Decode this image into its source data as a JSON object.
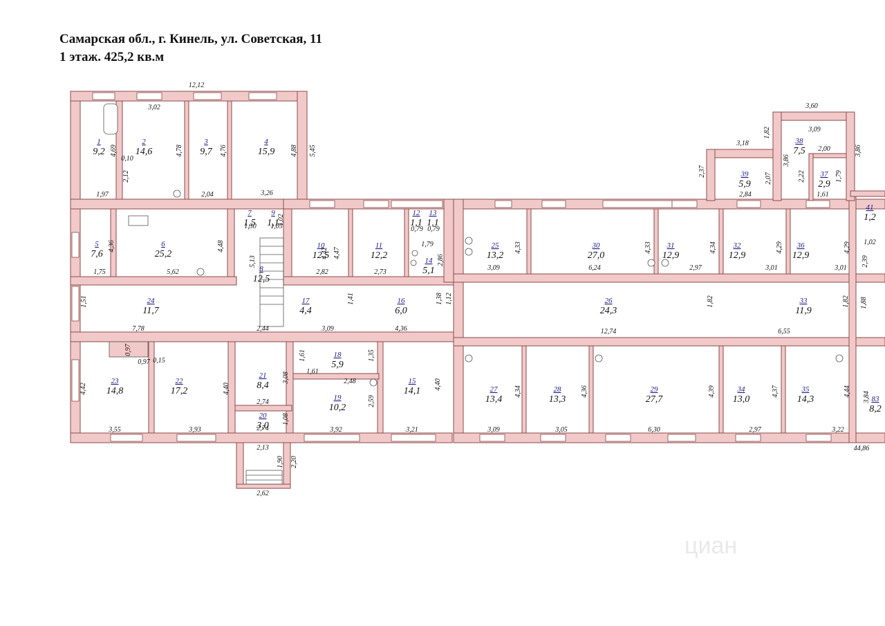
{
  "header": {
    "address": "Самарская обл., г. Кинель, ул. Советская, 11",
    "floor_info": "1 этаж. 425,2 кв.м"
  },
  "rooms": [
    {
      "id": "1",
      "area": "9,2"
    },
    {
      "id": "2",
      "area": "14,6"
    },
    {
      "id": "3",
      "area": "9,7"
    },
    {
      "id": "4",
      "area": "15,9"
    },
    {
      "id": "5",
      "area": "7,6"
    },
    {
      "id": "6",
      "area": "25,2"
    },
    {
      "id": "7",
      "area": "1,5"
    },
    {
      "id": "9",
      "area": "1,1"
    },
    {
      "id": "8",
      "area": "12,5"
    },
    {
      "id": "10",
      "area": "12,5"
    },
    {
      "id": "11",
      "area": "12,2"
    },
    {
      "id": "12",
      "area": "1,1"
    },
    {
      "id": "13",
      "area": "1,1"
    },
    {
      "id": "14",
      "area": "5,1"
    },
    {
      "id": "24",
      "area": "11,7"
    },
    {
      "id": "17",
      "area": "4,4"
    },
    {
      "id": "16",
      "area": "6,0"
    },
    {
      "id": "23",
      "area": "14,8"
    },
    {
      "id": "22",
      "area": "17,2"
    },
    {
      "id": "21",
      "area": "8,4"
    },
    {
      "id": "18",
      "area": "5,9"
    },
    {
      "id": "19",
      "area": "10,2"
    },
    {
      "id": "15",
      "area": "14,1"
    },
    {
      "id": "20",
      "area": "3,0"
    },
    {
      "id": "25",
      "area": "13,2"
    },
    {
      "id": "30",
      "area": "27,0"
    },
    {
      "id": "31",
      "area": "12,9"
    },
    {
      "id": "32",
      "area": "12,9"
    },
    {
      "id": "36",
      "area": "12,9"
    },
    {
      "id": "41",
      "area": "1,2"
    },
    {
      "id": "26",
      "area": "24,3"
    },
    {
      "id": "33",
      "area": "11,9"
    },
    {
      "id": "27",
      "area": "13,4"
    },
    {
      "id": "28",
      "area": "13,3"
    },
    {
      "id": "29",
      "area": "27,7"
    },
    {
      "id": "34",
      "area": "13,0"
    },
    {
      "id": "35",
      "area": "14,3"
    },
    {
      "id": "83",
      "area": "8,2"
    },
    {
      "id": "38",
      "area": "7,5"
    },
    {
      "id": "37",
      "area": "2,9"
    },
    {
      "id": "39",
      "area": "5,9"
    }
  ],
  "dimensions": [
    "12,12",
    "3,02",
    "4,69",
    "2,12",
    "0,10",
    "4,78",
    "4,76",
    "4,88",
    "5,45",
    "1,97",
    "2,04",
    "3,26",
    "4,36",
    "1,75",
    "4,48",
    "5,62",
    "1,30",
    "1,05",
    "1,02",
    "5,13",
    "4,42",
    "4,47",
    "2,82",
    "2,73",
    "1,79",
    "2,86",
    "0,79",
    "0,79",
    "1,51",
    "7,78",
    "2,44",
    "3,09",
    "4,36",
    "1,41",
    "1,38",
    "1,12",
    "4,42",
    "3,55",
    "4,40",
    "3,93",
    "3,08",
    "2,74",
    "2,74",
    "1,08",
    "1,61",
    "1,61",
    "2,48",
    "1,35",
    "2,59",
    "3,92",
    "3,21",
    "4,40",
    "2,13",
    "1,90",
    "2,20",
    "2,62",
    "4,33",
    "3,09",
    "6,24",
    "4,33",
    "2,97",
    "4,34",
    "3,01",
    "4,29",
    "3,01",
    "4,29",
    "1,02",
    "2,39",
    "1,88",
    "1,82",
    "12,74",
    "6,55",
    "1,82",
    "4,34",
    "3,09",
    "4,36",
    "3,05",
    "6,30",
    "4,39",
    "2,97",
    "4,37",
    "3,22",
    "4,44",
    "3,84",
    "44,86",
    "3,60",
    "3,09",
    "1,82",
    "3,86",
    "2,00",
    "2,22",
    "3,86",
    "1,79",
    "3,18",
    "2,37",
    "2,07",
    "2,84",
    "1,61",
    "0,97",
    "0,97",
    "0,15"
  ],
  "watermark": "циан"
}
